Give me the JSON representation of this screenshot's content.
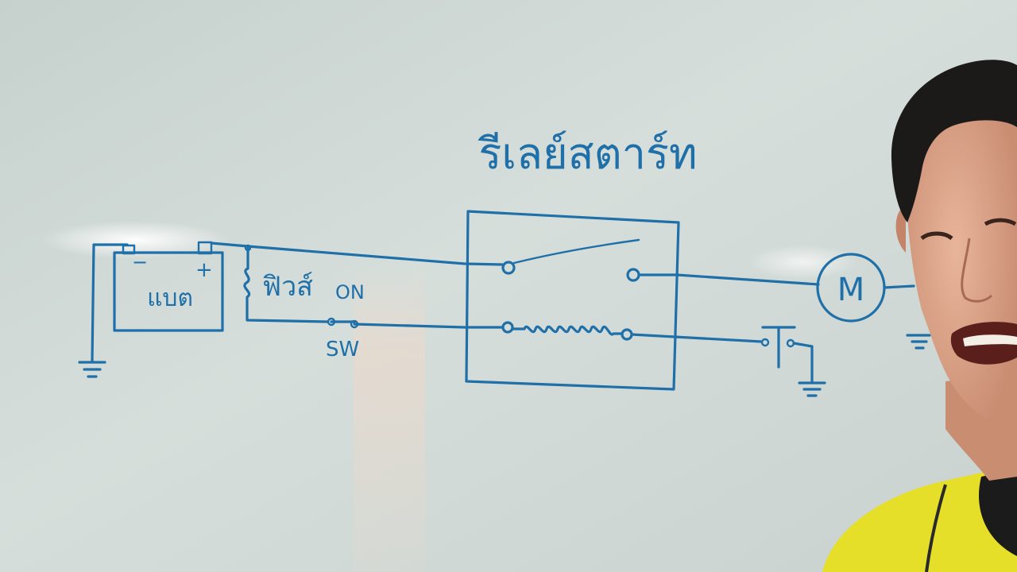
{
  "whiteboard": {
    "title": "รีเลย์สตาร์ท",
    "battery_label": "แบต",
    "battery_minus": "−",
    "battery_plus": "+",
    "fuse_label": "ฟิวส์",
    "switch_state_label": "ON",
    "switch_label": "SW",
    "motor_label": "M",
    "ink_color": "#1f6fa8"
  },
  "person": {
    "shirt_color": "#e6df2a"
  }
}
